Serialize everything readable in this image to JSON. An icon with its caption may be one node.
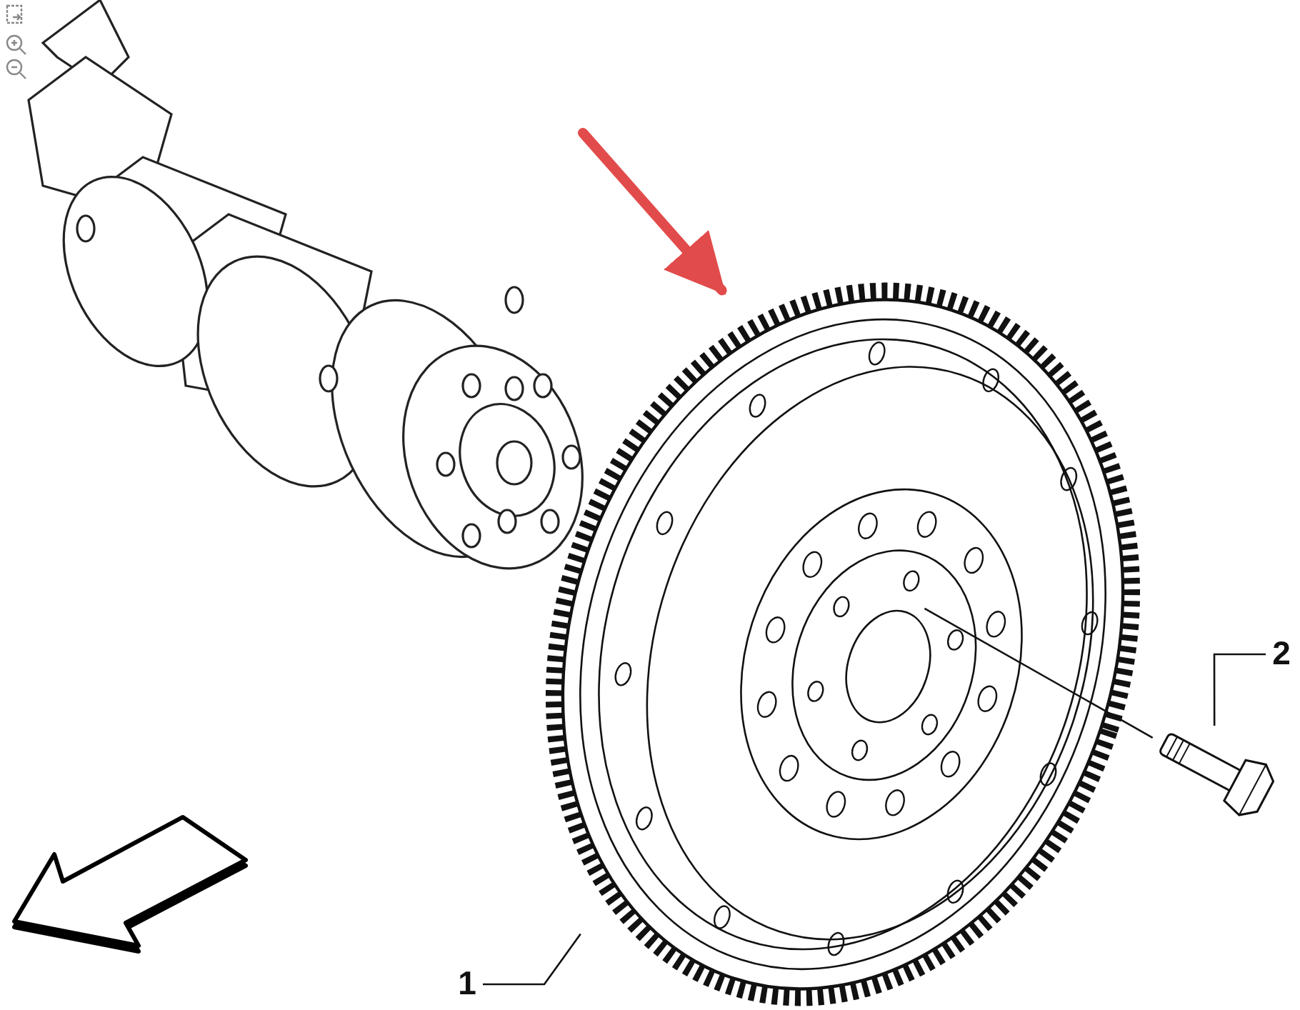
{
  "diagram": {
    "nodes": [
      {
        "text": [
          "1"
        ]
      },
      {
        "text": [],
        "shape": "picture"
      },
      {
        "text": [
          "2"
        ]
      },
      {
        "text": [],
        "shape": "picture"
      }
    ],
    "edges": [
      {
        "from": null,
        "to": 1,
        "arrow": "to",
        "style": "thick",
        "color": "#e24b4b"
      },
      {
        "from": 0,
        "to": 1,
        "arrow": "none"
      },
      {
        "from": 2,
        "to": 3,
        "arrow": "none"
      },
      {
        "from": 3,
        "to": 1,
        "arrow": "none"
      }
    ]
  }
}
